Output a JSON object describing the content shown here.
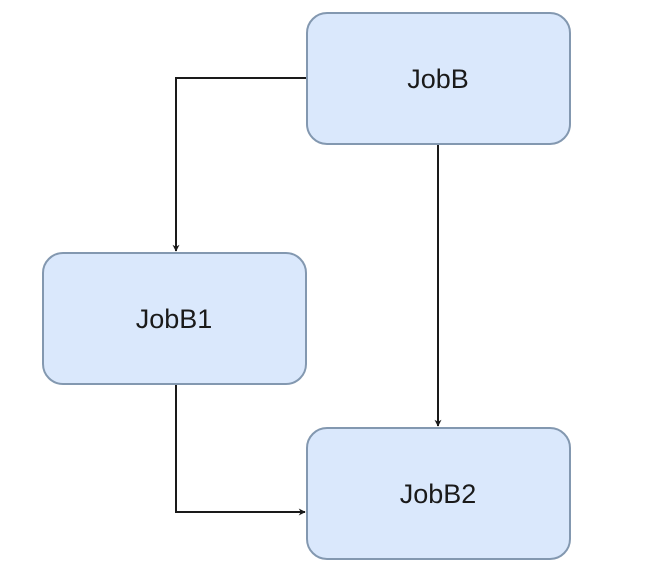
{
  "diagram": {
    "nodes": [
      {
        "id": "jobb",
        "label": "JobB"
      },
      {
        "id": "jobb1",
        "label": "JobB1"
      },
      {
        "id": "jobb2",
        "label": "JobB2"
      }
    ],
    "edges": [
      {
        "from": "jobb",
        "to": "jobb1"
      },
      {
        "from": "jobb",
        "to": "jobb2"
      },
      {
        "from": "jobb1",
        "to": "jobb2"
      }
    ],
    "colors": {
      "fill": "#dae8fc",
      "stroke": "#8398b0",
      "edge": "#1a1a1a"
    }
  }
}
